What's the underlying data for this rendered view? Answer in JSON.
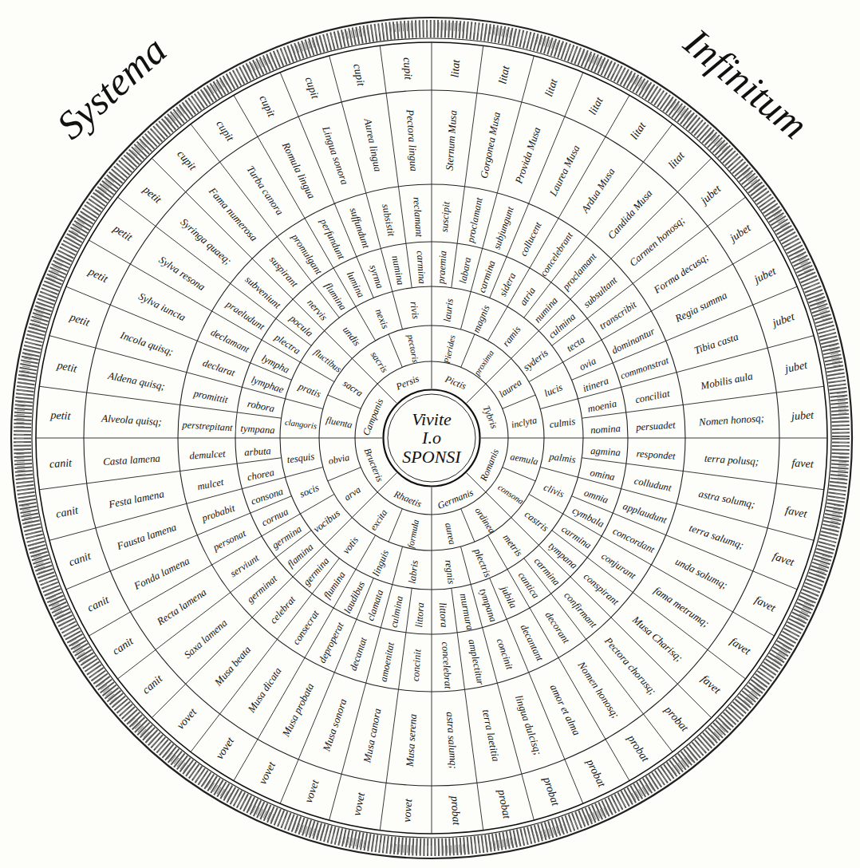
{
  "diagram": {
    "nodes": [
      {
        "text": [
          "Vivite I.o SPONSI"
        ]
      }
    ],
    "labels": [
      "Systema",
      "Infinitum",
      "Pictis",
      "Tybris",
      "Romanis",
      "Germanis",
      "Rhaetis",
      "Bructeris",
      "Campanis",
      "Persis",
      "Pierides",
      "proxima",
      "laurea",
      "inclyta",
      "aemula",
      "consona",
      "ordinea",
      "aurea",
      "formula",
      "excita",
      "arva",
      "obvia",
      "fluenta",
      "sacra",
      "sacris",
      "pectoris",
      "lauris",
      "magnis",
      "ramis",
      "syderis",
      "lucis",
      "culmis",
      "palmis",
      "clivis",
      "castris",
      "metris",
      "plectris",
      "regnis",
      "labris",
      "linguis",
      "votis",
      "vocibus",
      "socis",
      "tesquis",
      "clangoris",
      "pratis",
      "fluctibus",
      "undis",
      "nexis",
      "rivis",
      "praemia",
      "labara",
      "carmina",
      "sidera",
      "atria",
      "numina",
      "culmina",
      "tecta",
      "ovia",
      "itinera",
      "moenia",
      "nomina",
      "agmina",
      "omina",
      "omnia",
      "cymbala",
      "carmina",
      "tympana",
      "carmina",
      "cantica",
      "jubila",
      "tympana",
      "murmura",
      "littora",
      "littora",
      "culmina",
      "clamata",
      "laudibus",
      "flumina",
      "germina",
      "flamina",
      "germina",
      "cornua",
      "consona",
      "chorea",
      "arbuta",
      "tympana",
      "robora",
      "lymphae",
      "lympha",
      "plectra",
      "pocula",
      "nervis",
      "flumina",
      "lumina",
      "syrma",
      "numina",
      "carmina",
      "suscipit",
      "proclamant",
      "subjungunt",
      "collucent",
      "concelebrant",
      "proclamant",
      "subsultant",
      "transcribit",
      "dominantur",
      "commonstrat",
      "conciliat",
      "persuadet",
      "respondet",
      "colludunt",
      "applaudunt",
      "concordant",
      "conjurant",
      "conspirant",
      "confirmant",
      "decorant",
      "decantant",
      "concinit",
      "amplectitur",
      "concelebrat",
      "concinit",
      "amoenitat",
      "decantat",
      "deproperat",
      "consecrat",
      "celebrat",
      "germinat",
      "serviunt",
      "personat",
      "probabit",
      "mulcet",
      "demulcet",
      "perstrepitant",
      "promittit",
      "declarat",
      "declamant",
      "praeludunt",
      "subveniunt",
      "suspirant",
      "promulgant",
      "perfundunt",
      "suffundunt",
      "subsistit",
      "reclamant",
      "Sternum Musa",
      "Gorgonea Musa",
      "Provida Musa",
      "Laurea Musa",
      "Ardua Musa",
      "Candida Musa",
      "Carmen honosq;",
      "Forma decusq;",
      "Regia summa",
      "Tibia casta",
      "Mobilis aula",
      "Nomen honosq;",
      "terra polusq;",
      "astra solumq;",
      "terra salumq;",
      "unda solumq;",
      "fama metrumq;",
      "Musa Charisq;",
      "Pectora chorusq;",
      "Nomen honosq;",
      "amor et alma",
      "lingua dulcisq;",
      "terra laetitia",
      "astra salumq;",
      "Musa serena",
      "Musa canora",
      "Musa sonora",
      "Musa probata",
      "Musa dicata",
      "Musa beata",
      "Saxa lamena",
      "Recta lamena",
      "Fonda lamena",
      "Fausta lamena",
      "Festa lamena",
      "Casta lamena",
      "Alveola quisq;",
      "Aldena quisq;",
      "Incola quisq;",
      "Sylva iuncta",
      "Sylva resona",
      "Syringa quaeq;",
      "Fama numerosa",
      "Turba canora",
      "Romula lingua",
      "Lingua sonora",
      "Aurea lingua",
      "Pectora lingua",
      "litat",
      "litat",
      "litat",
      "litat",
      "litat",
      "litat",
      "jubet",
      "jubet",
      "jubet",
      "jubet",
      "jubet",
      "jubet",
      "favet",
      "favet",
      "favet",
      "favet",
      "favet",
      "favet",
      "probat",
      "probat",
      "probat",
      "probat",
      "probat",
      "probat",
      "vovet",
      "vovet",
      "vovet",
      "vovet",
      "vovet",
      "vovet",
      "canit",
      "canit",
      "canit",
      "canit",
      "canit",
      "canit",
      "petit",
      "petit",
      "petit",
      "petit",
      "petit",
      "petit",
      "cupit",
      "cupit",
      "cupit",
      "cupit",
      "cupit",
      "cupit"
    ]
  }
}
